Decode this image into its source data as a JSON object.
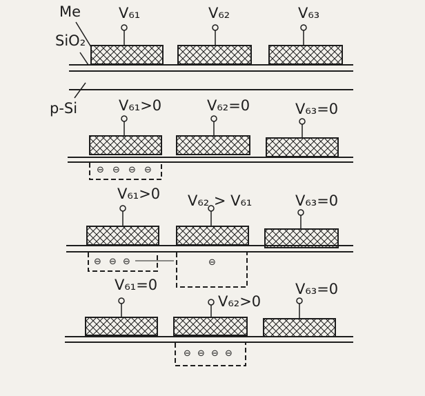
{
  "layer_labels": {
    "metal": "Me",
    "oxide": "SiO₂",
    "substrate": "p-Si"
  },
  "stages": [
    {
      "gate_labels": [
        "V₆₁",
        "V₆₂",
        "V₆₃"
      ],
      "charge_wells": []
    },
    {
      "gate_labels": [
        "V₆₁>0",
        "V₆₂=0",
        "V₆₃=0"
      ],
      "charge_wells": [
        {
          "under_gate": 1,
          "charges": [
            "⊖",
            "⊖",
            "⊖",
            "⊖"
          ]
        }
      ]
    },
    {
      "gate_labels": [
        "V₆₁>0",
        "V₆₂ > V₆₁",
        "V₆₃=0"
      ],
      "charge_wells": [
        {
          "under_gate": 1,
          "charges": [
            "⊖",
            "⊖",
            "⊖"
          ]
        },
        {
          "under_gate": 2,
          "charges": [
            "⊖"
          ]
        }
      ]
    },
    {
      "gate_labels": [
        "V₆₁=0",
        "V₆₂>0",
        "V₆₃=0"
      ],
      "charge_wells": [
        {
          "under_gate": 2,
          "charges": [
            "⊖",
            "⊖",
            "⊖",
            "⊖"
          ]
        }
      ]
    }
  ],
  "colors": {
    "ink": "#1d1d1d",
    "paper": "#f3f1ec"
  }
}
